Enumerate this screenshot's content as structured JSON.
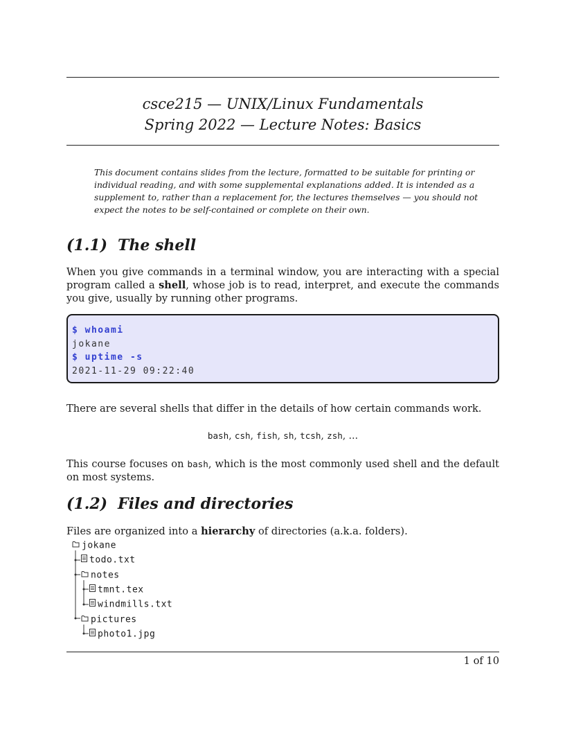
{
  "header": {
    "title_line1": "csce215 — UNIX/Linux Fundamentals",
    "title_line2": "Spring 2022 — Lecture Notes: Basics"
  },
  "abstract": "This document contains slides from the lecture, formatted to be suitable for printing or individual reading, and with some supplemental explanations added. It is intended as a supplement to, rather than a replacement for, the lectures themselves — you should not expect the notes to be self-contained or complete on their own.",
  "section1": {
    "number": "(1.1)",
    "title": "The shell",
    "para1_before": "When you give commands in a terminal window, you are interacting with a special program called a ",
    "para1_bold": "shell",
    "para1_after": ", whose job is to read, interpret, and execute the commands you give, usually by running other programs.",
    "terminal": [
      {
        "text": "$ whoami",
        "kind": "command"
      },
      {
        "text": "jokane",
        "kind": "output"
      },
      {
        "text": "$ uptime -s",
        "kind": "command"
      },
      {
        "text": "2021-11-29 09:22:40",
        "kind": "output"
      }
    ],
    "para2": "There are several shells that differ in the details of how certain commands work.",
    "shells": [
      "bash",
      "csh",
      "fish",
      "sh",
      "tcsh",
      "zsh"
    ],
    "shells_ellipsis": "…",
    "para3_before": "This course focuses on ",
    "para3_mono": "bash",
    "para3_after": ", which is the most commonly used shell and the default on most systems."
  },
  "section2": {
    "number": "(1.2)",
    "title": "Files and directories",
    "para1_before": "Files are organized into a ",
    "para1_bold": "hierarchy",
    "para1_after": " of directories (a.k.a. folders).",
    "tree": [
      {
        "name": "jokane",
        "type": "folder",
        "depth": 0
      },
      {
        "name": "todo.txt",
        "type": "file",
        "depth": 1
      },
      {
        "name": "notes",
        "type": "folder",
        "depth": 1
      },
      {
        "name": "tmnt.tex",
        "type": "file",
        "depth": 2
      },
      {
        "name": "windmills.txt",
        "type": "file",
        "depth": 2
      },
      {
        "name": "pictures",
        "type": "folder",
        "depth": 1
      },
      {
        "name": "photo1.jpg",
        "type": "file",
        "depth": 2
      }
    ]
  },
  "footer": {
    "page": "1 of 10"
  }
}
